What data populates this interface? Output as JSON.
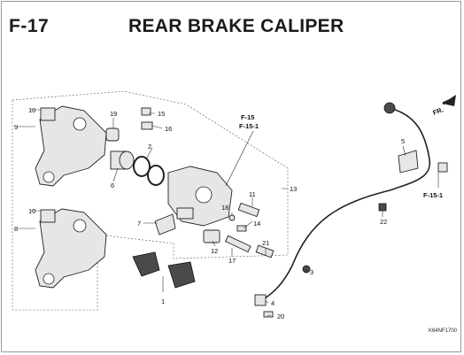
{
  "header": {
    "figure_code": "F-17",
    "title": "REAR BRAKE CALIPER"
  },
  "reference_code": "K64NF1700",
  "direction_label": "FR.",
  "cross_refs": [
    "F-15",
    "F-15-1",
    "F-15-1"
  ],
  "callouts": [
    "1",
    "2",
    "3",
    "4",
    "5",
    "6",
    "7",
    "8",
    "9",
    "10",
    "10",
    "11",
    "12",
    "13",
    "14",
    "15",
    "16",
    "17",
    "18",
    "19",
    "20",
    "21",
    "22"
  ]
}
